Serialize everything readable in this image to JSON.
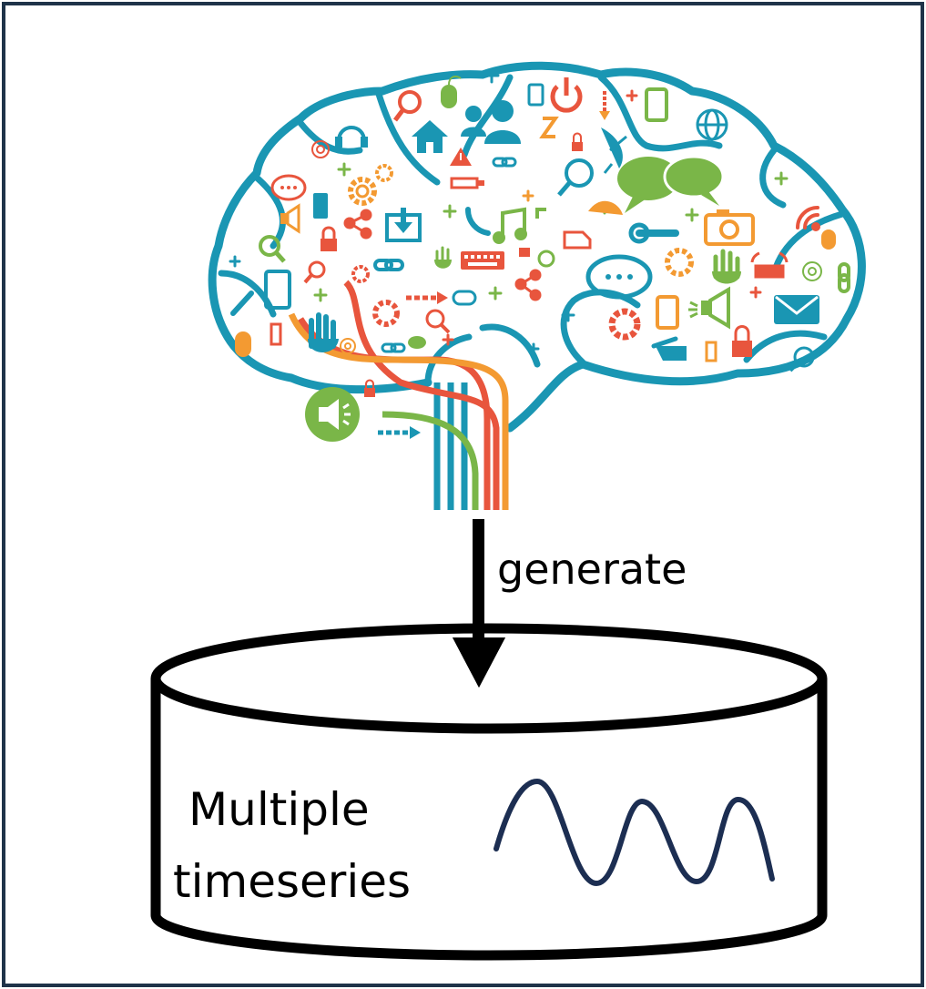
{
  "diagram": {
    "arrow_label": "generate",
    "database_label_line1": "Multiple",
    "database_label_line2": "timeseries"
  },
  "colors": {
    "frame": "#1f3349",
    "brain_outline": "#1a96b3",
    "orange": "#f39a32",
    "red": "#e8553d",
    "green": "#7ab648",
    "teal": "#1a96b3",
    "wave": "#1c2e52",
    "black": "#000000"
  },
  "icons": [
    "magnifier-icon",
    "mouse-icon",
    "headset-icon",
    "house-icon",
    "users-icon",
    "power-icon",
    "smartphone-icon",
    "globe-icon",
    "gear-icon",
    "chat-bubble-icon",
    "download-icon",
    "phone-icon",
    "music-note-icon",
    "keyboard-icon",
    "camera-icon",
    "wifi-icon",
    "hand-icon",
    "envelope-icon",
    "speaker-icon",
    "padlock-icon",
    "satellite-icon",
    "share-icon",
    "link-icon",
    "usb-icon",
    "wrench-icon",
    "warning-icon",
    "plus-icon",
    "arrow-icon"
  ]
}
